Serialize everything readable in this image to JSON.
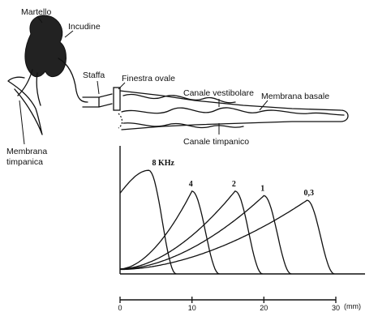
{
  "anatomy": {
    "martello": "Martello",
    "incudine": "Incudine",
    "staffa": "Staffa",
    "finestra_ovale": "Finestra ovale",
    "canale_vestibolare": "Canale vestibolare",
    "membrana_basale": "Membrana basale",
    "canale_timpanico": "Canale timpanico",
    "membrana_timpanica_1": "Membrana",
    "membrana_timpanica_2": "timpanica"
  },
  "chart_data": {
    "type": "line",
    "xlabel": "(mm)",
    "xlim": [
      0,
      30
    ],
    "x_ticks": [
      "0",
      "10",
      "20",
      "30"
    ],
    "series": [
      {
        "name": "8 KHz",
        "peak_x": 4,
        "peak_level": 0.9
      },
      {
        "name": "4",
        "peak_x": 10,
        "peak_level": 0.72
      },
      {
        "name": "2",
        "peak_x": 16,
        "peak_level": 0.72
      },
      {
        "name": "1",
        "peak_x": 20,
        "peak_level": 0.68
      },
      {
        "name": "0,3",
        "peak_x": 26,
        "peak_level": 0.64
      }
    ]
  }
}
